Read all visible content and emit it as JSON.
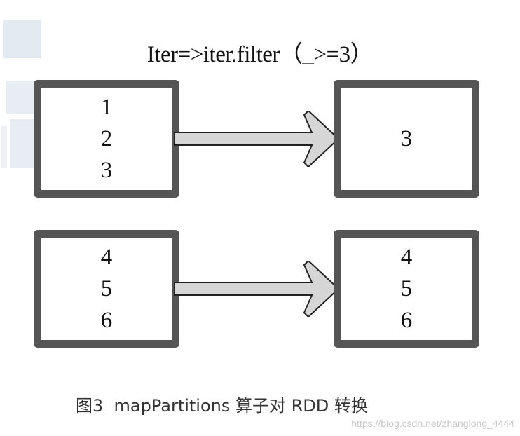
{
  "formula": "Iter=>iter.filter（_>=3）",
  "rows": [
    {
      "input": [
        "1",
        "2",
        "3"
      ],
      "output": [
        "3"
      ]
    },
    {
      "input": [
        "4",
        "5",
        "6"
      ],
      "output": [
        "4",
        "5",
        "6"
      ]
    }
  ],
  "colors": {
    "box_border": "#555555",
    "arrow_fill": "#d6d6d6",
    "arrow_stroke": "#222222",
    "watermark": "#e3eaf1"
  },
  "caption": "图3  mapPartitions 算子对 RDD 转换",
  "credit": "https://blog.csdn.net/zhanglong_4444"
}
